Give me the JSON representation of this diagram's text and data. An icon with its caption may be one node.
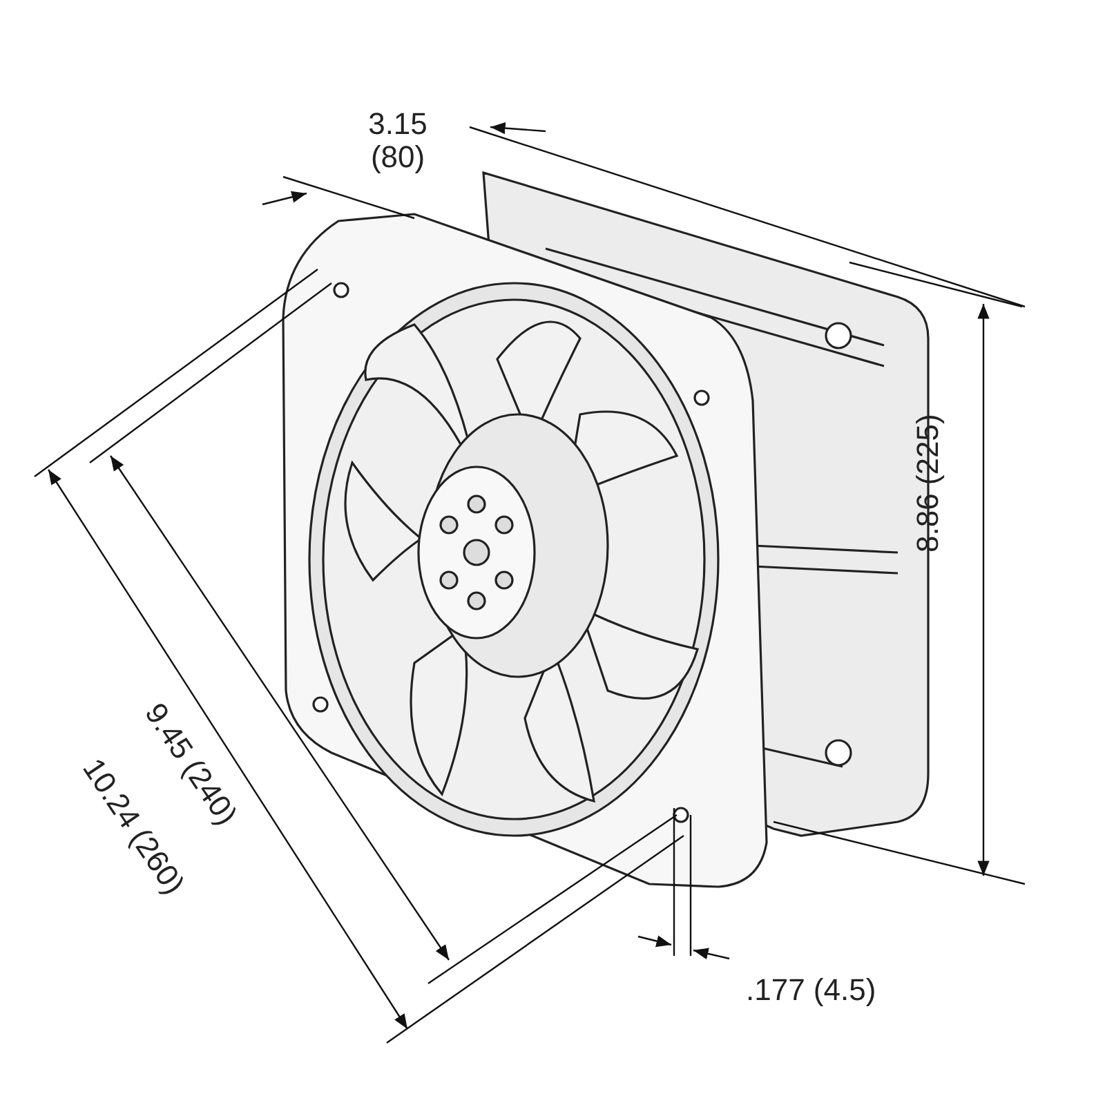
{
  "diagram": {
    "labels": [
      "3.15 (80)",
      "8.86 (225)",
      "9.45 (240)",
      "10.24 (260)",
      ".177 (4.5)"
    ]
  }
}
